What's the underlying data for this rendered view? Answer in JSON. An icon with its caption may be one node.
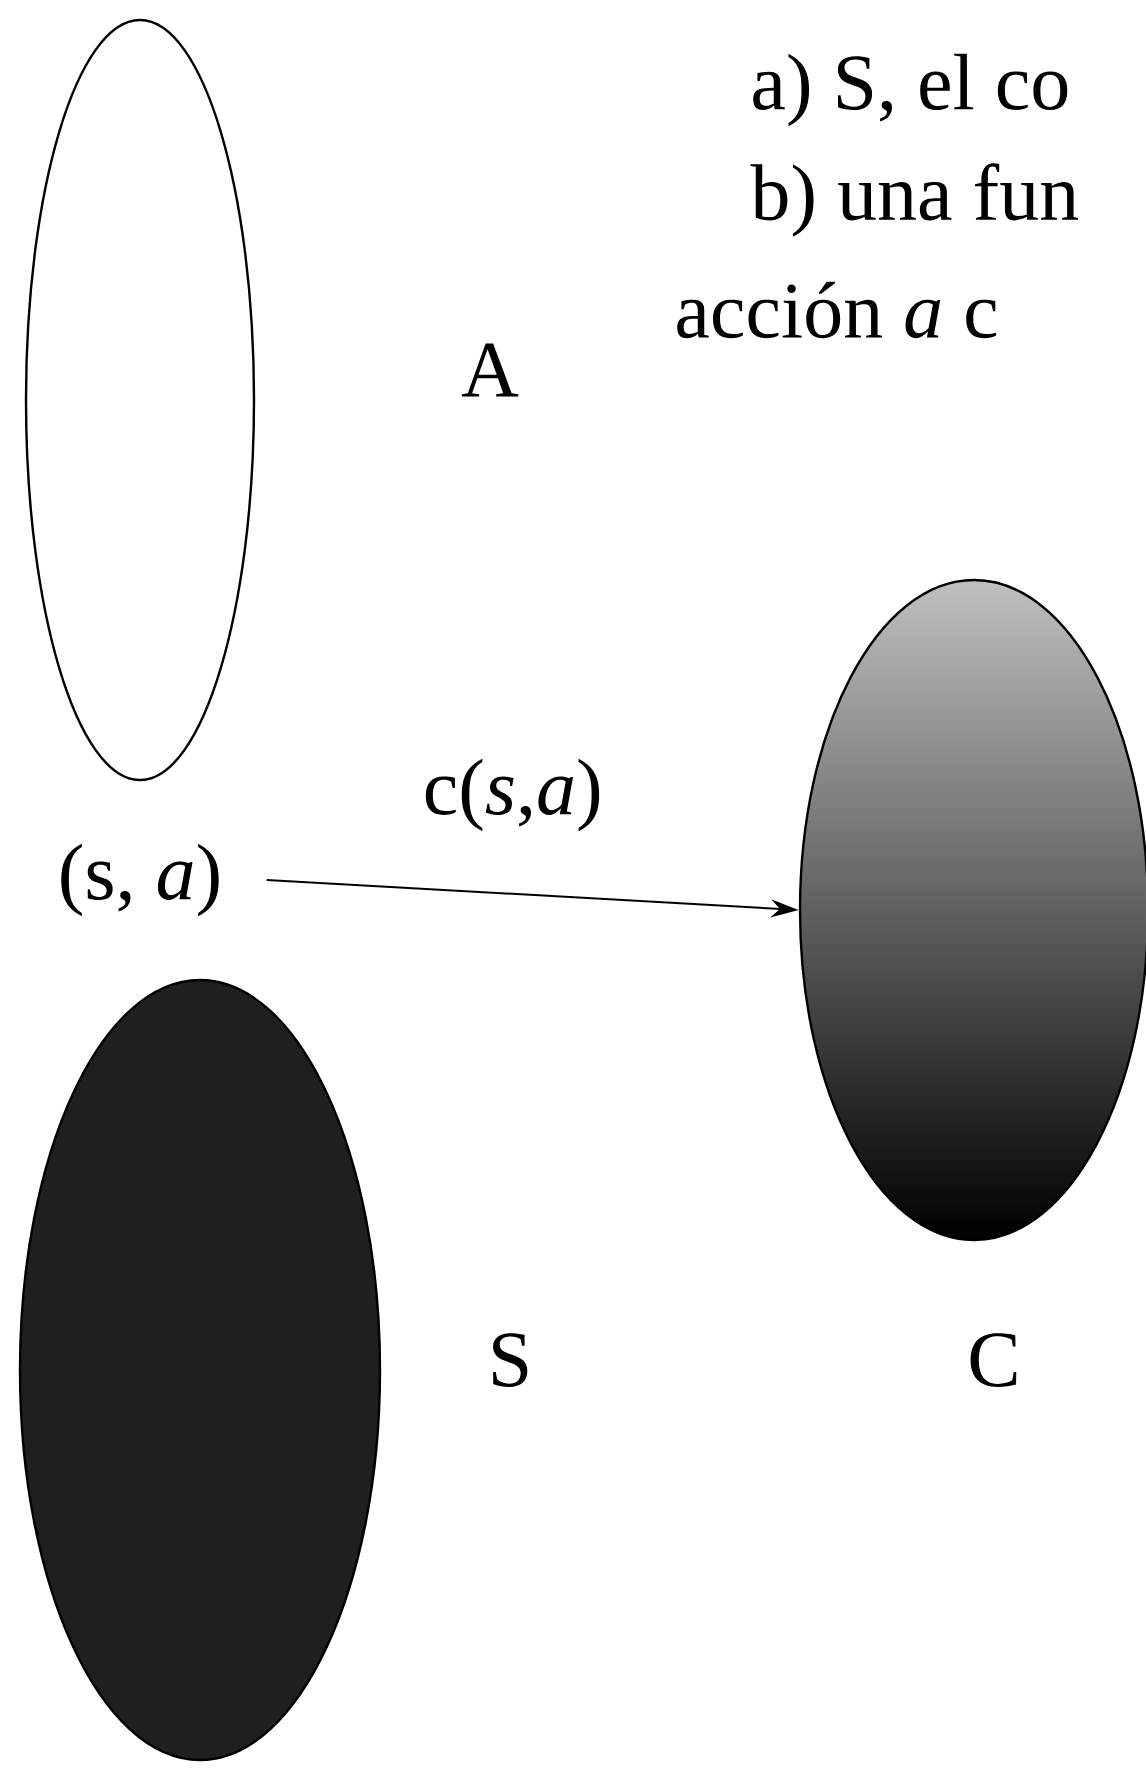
{
  "diagram": {
    "nodes": [
      {
        "text": [],
        "shape": "ellipse",
        "beside": [
          "A"
        ]
      },
      {
        "text": [
          "(s, *a*)"
        ]
      },
      {
        "text": [],
        "shape": "ellipse",
        "beside": [
          "S"
        ]
      },
      {
        "text": [],
        "shape": "ellipse",
        "beside": [
          "C"
        ]
      }
    ],
    "edges": [
      {
        "from": 1,
        "to": 3,
        "arrow": "to",
        "label": "c(*s*,*a*)"
      }
    ],
    "labels": [
      "a) S, el co",
      "b) una fun",
      "acción *a* c"
    ]
  }
}
